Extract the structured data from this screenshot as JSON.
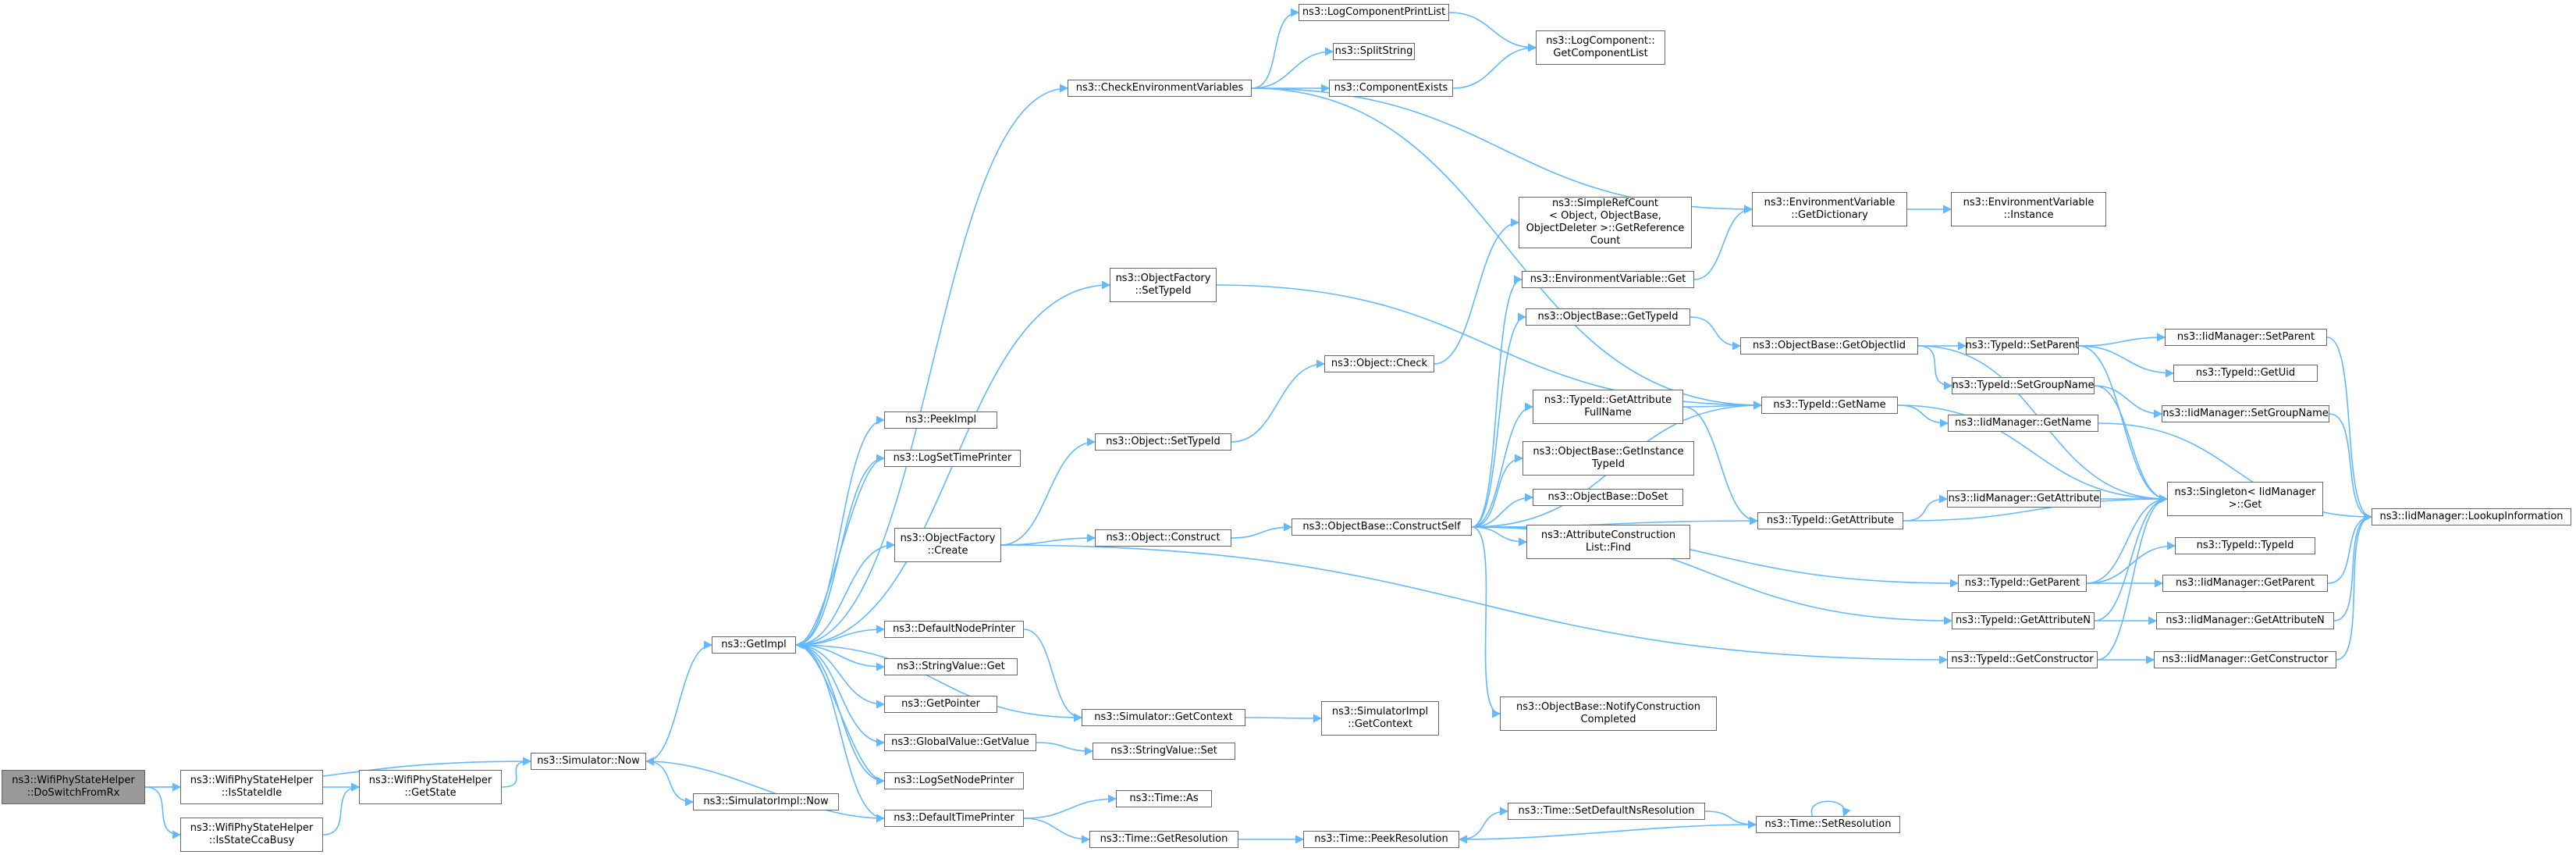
{
  "colors": {
    "edge": "#63b8ff",
    "node_border": "#666666",
    "root_fill": "#999999",
    "node_fill": "#ffffff"
  },
  "nodes": [
    {
      "id": "n0",
      "lines": [
        "ns3::WifiPhyStateHelper",
        "::DoSwitchFromRx"
      ],
      "root": true
    },
    {
      "id": "n1",
      "lines": [
        "ns3::WifiPhyStateHelper",
        "::IsStateIdle"
      ]
    },
    {
      "id": "n2",
      "lines": [
        "ns3::WifiPhyStateHelper",
        "::IsStateCcaBusy"
      ]
    },
    {
      "id": "n3",
      "lines": [
        "ns3::WifiPhyStateHelper",
        "::GetState"
      ]
    },
    {
      "id": "n4",
      "lines": [
        "ns3::Simulator::Now"
      ]
    },
    {
      "id": "n5",
      "lines": [
        "ns3::GetImpl"
      ]
    },
    {
      "id": "n6",
      "lines": [
        "ns3::SimulatorImpl::Now"
      ]
    },
    {
      "id": "n7",
      "lines": [
        "ns3::PeekImpl"
      ]
    },
    {
      "id": "n8",
      "lines": [
        "ns3::LogSetTimePrinter"
      ]
    },
    {
      "id": "n9",
      "lines": [
        "ns3::ObjectFactory",
        "::Create"
      ]
    },
    {
      "id": "n10",
      "lines": [
        "ns3::DefaultNodePrinter"
      ]
    },
    {
      "id": "n11",
      "lines": [
        "ns3::StringValue::Get"
      ]
    },
    {
      "id": "n12",
      "lines": [
        "ns3::GetPointer"
      ]
    },
    {
      "id": "n13",
      "lines": [
        "ns3::GlobalValue::GetValue"
      ]
    },
    {
      "id": "n14",
      "lines": [
        "ns3::LogSetNodePrinter"
      ]
    },
    {
      "id": "n15",
      "lines": [
        "ns3::DefaultTimePrinter"
      ]
    },
    {
      "id": "n16",
      "lines": [
        "ns3::CheckEnvironmentVariables"
      ]
    },
    {
      "id": "n17",
      "lines": [
        "ns3::LogComponentPrintList"
      ]
    },
    {
      "id": "n18",
      "lines": [
        "ns3::SplitString"
      ]
    },
    {
      "id": "n19",
      "lines": [
        "ns3::ComponentExists"
      ]
    },
    {
      "id": "n20",
      "lines": [
        "ns3::LogComponent::",
        "GetComponentList"
      ]
    },
    {
      "id": "n21",
      "lines": [
        "ns3::ObjectFactory",
        "::SetTypeId"
      ]
    },
    {
      "id": "n22",
      "lines": [
        "ns3::Object::SetTypeId"
      ]
    },
    {
      "id": "n23",
      "lines": [
        "ns3::Object::Construct"
      ]
    },
    {
      "id": "n24",
      "lines": [
        "ns3::Object::Check"
      ]
    },
    {
      "id": "n25",
      "lines": [
        "ns3::Simulator::GetContext"
      ]
    },
    {
      "id": "n26",
      "lines": [
        "ns3::SimulatorImpl",
        "::GetContext"
      ]
    },
    {
      "id": "n27",
      "lines": [
        "ns3::StringValue::Set"
      ]
    },
    {
      "id": "n28",
      "lines": [
        "ns3::Time::As"
      ]
    },
    {
      "id": "n29",
      "lines": [
        "ns3::Time::GetResolution"
      ]
    },
    {
      "id": "n30",
      "lines": [
        "ns3::Time::PeekResolution"
      ]
    },
    {
      "id": "n31",
      "lines": [
        "ns3::Time::SetDefaultNsResolution"
      ]
    },
    {
      "id": "n32",
      "lines": [
        "ns3::Time::SetResolution"
      ]
    },
    {
      "id": "n33",
      "lines": [
        "ns3::ObjectBase::ConstructSelf"
      ]
    },
    {
      "id": "n34",
      "lines": [
        "ns3::SimpleRefCount",
        "< Object, ObjectBase,",
        "ObjectDeleter >::GetReference",
        "Count"
      ]
    },
    {
      "id": "n35",
      "lines": [
        "ns3::EnvironmentVariable::Get"
      ]
    },
    {
      "id": "n36",
      "lines": [
        "ns3::ObjectBase::GetTypeId"
      ]
    },
    {
      "id": "n37",
      "lines": [
        "ns3::TypeId::GetAttribute",
        "FullName"
      ]
    },
    {
      "id": "n38",
      "lines": [
        "ns3::ObjectBase::GetInstance",
        "TypeId"
      ]
    },
    {
      "id": "n39",
      "lines": [
        "ns3::ObjectBase::DoSet"
      ]
    },
    {
      "id": "n40",
      "lines": [
        "ns3::AttributeConstruction",
        "List::Find"
      ]
    },
    {
      "id": "n41",
      "lines": [
        "ns3::ObjectBase::NotifyConstruction",
        "Completed"
      ]
    },
    {
      "id": "n42",
      "lines": [
        "ns3::EnvironmentVariable",
        "::GetDictionary"
      ]
    },
    {
      "id": "n43",
      "lines": [
        "ns3::EnvironmentVariable",
        "::Instance"
      ]
    },
    {
      "id": "n44",
      "lines": [
        "ns3::ObjectBase::GetObjectIid"
      ]
    },
    {
      "id": "n45",
      "lines": [
        "ns3::TypeId::GetName"
      ]
    },
    {
      "id": "n46",
      "lines": [
        "ns3::TypeId::GetAttribute"
      ]
    },
    {
      "id": "n47",
      "lines": [
        "ns3::TypeId::GetParent"
      ]
    },
    {
      "id": "n48",
      "lines": [
        "ns3::TypeId::GetAttributeN"
      ]
    },
    {
      "id": "n49",
      "lines": [
        "ns3::TypeId::GetConstructor"
      ]
    },
    {
      "id": "n50",
      "lines": [
        "ns3::TypeId::SetParent"
      ]
    },
    {
      "id": "n51",
      "lines": [
        "ns3::TypeId::SetGroupName"
      ]
    },
    {
      "id": "n52",
      "lines": [
        "ns3::IidManager::GetName"
      ]
    },
    {
      "id": "n53",
      "lines": [
        "ns3::IidManager::GetAttribute"
      ]
    },
    {
      "id": "n54",
      "lines": [
        "ns3::Singleton< IidManager",
        ">::Get"
      ]
    },
    {
      "id": "n55",
      "lines": [
        "ns3::IidManager::SetParent"
      ]
    },
    {
      "id": "n56",
      "lines": [
        "ns3::TypeId::GetUid"
      ]
    },
    {
      "id": "n57",
      "lines": [
        "ns3::IidManager::SetGroupName"
      ]
    },
    {
      "id": "n58",
      "lines": [
        "ns3::TypeId::TypeId"
      ]
    },
    {
      "id": "n59",
      "lines": [
        "ns3::IidManager::GetParent"
      ]
    },
    {
      "id": "n60",
      "lines": [
        "ns3::IidManager::GetAttributeN"
      ]
    },
    {
      "id": "n61",
      "lines": [
        "ns3::IidManager::GetConstructor"
      ]
    },
    {
      "id": "n62",
      "lines": [
        "ns3::IidManager::LookupInformation"
      ]
    }
  ],
  "edges": [
    [
      "n0",
      "n1"
    ],
    [
      "n0",
      "n2"
    ],
    [
      "n0",
      "n4"
    ],
    [
      "n1",
      "n3"
    ],
    [
      "n2",
      "n3"
    ],
    [
      "n3",
      "n4"
    ],
    [
      "n4",
      "n5"
    ],
    [
      "n4",
      "n6"
    ],
    [
      "n5",
      "n7"
    ],
    [
      "n5",
      "n8"
    ],
    [
      "n5",
      "n9"
    ],
    [
      "n5",
      "n10"
    ],
    [
      "n5",
      "n11"
    ],
    [
      "n5",
      "n12"
    ],
    [
      "n5",
      "n13"
    ],
    [
      "n5",
      "n14"
    ],
    [
      "n5",
      "n15"
    ],
    [
      "n5",
      "n16"
    ],
    [
      "n5",
      "n21"
    ],
    [
      "n5",
      "n25"
    ],
    [
      "n15",
      "n4"
    ],
    [
      "n15",
      "n28"
    ],
    [
      "n15",
      "n29"
    ],
    [
      "n8",
      "n5"
    ],
    [
      "n10",
      "n25"
    ],
    [
      "n14",
      "n5"
    ],
    [
      "n16",
      "n17"
    ],
    [
      "n16",
      "n18"
    ],
    [
      "n16",
      "n19"
    ],
    [
      "n16",
      "n42"
    ],
    [
      "n16",
      "n45"
    ],
    [
      "n17",
      "n20"
    ],
    [
      "n19",
      "n20"
    ],
    [
      "n21",
      "n45"
    ],
    [
      "n9",
      "n22"
    ],
    [
      "n9",
      "n23"
    ],
    [
      "n9",
      "n49"
    ],
    [
      "n22",
      "n24"
    ],
    [
      "n24",
      "n34"
    ],
    [
      "n23",
      "n33"
    ],
    [
      "n13",
      "n27"
    ],
    [
      "n25",
      "n26"
    ],
    [
      "n29",
      "n30"
    ],
    [
      "n30",
      "n31"
    ],
    [
      "n31",
      "n32"
    ],
    [
      "n32",
      "n30"
    ],
    [
      "n32",
      "n32"
    ],
    [
      "n33",
      "n35"
    ],
    [
      "n33",
      "n36"
    ],
    [
      "n33",
      "n37"
    ],
    [
      "n33",
      "n38"
    ],
    [
      "n33",
      "n39"
    ],
    [
      "n33",
      "n40"
    ],
    [
      "n33",
      "n41"
    ],
    [
      "n33",
      "n45"
    ],
    [
      "n33",
      "n46"
    ],
    [
      "n33",
      "n47"
    ],
    [
      "n33",
      "n48"
    ],
    [
      "n35",
      "n42"
    ],
    [
      "n42",
      "n43"
    ],
    [
      "n36",
      "n44"
    ],
    [
      "n44",
      "n50"
    ],
    [
      "n44",
      "n51"
    ],
    [
      "n44",
      "n54"
    ],
    [
      "n37",
      "n45"
    ],
    [
      "n37",
      "n46"
    ],
    [
      "n45",
      "n52"
    ],
    [
      "n45",
      "n54"
    ],
    [
      "n46",
      "n53"
    ],
    [
      "n46",
      "n54"
    ],
    [
      "n47",
      "n58"
    ],
    [
      "n47",
      "n59"
    ],
    [
      "n47",
      "n54"
    ],
    [
      "n48",
      "n60"
    ],
    [
      "n48",
      "n54"
    ],
    [
      "n49",
      "n61"
    ],
    [
      "n49",
      "n54"
    ],
    [
      "n50",
      "n55"
    ],
    [
      "n50",
      "n56"
    ],
    [
      "n50",
      "n54"
    ],
    [
      "n51",
      "n57"
    ],
    [
      "n51",
      "n54"
    ],
    [
      "n52",
      "n62"
    ],
    [
      "n53",
      "n54"
    ],
    [
      "n55",
      "n62"
    ],
    [
      "n57",
      "n62"
    ],
    [
      "n59",
      "n62"
    ],
    [
      "n60",
      "n62"
    ],
    [
      "n61",
      "n62"
    ]
  ]
}
